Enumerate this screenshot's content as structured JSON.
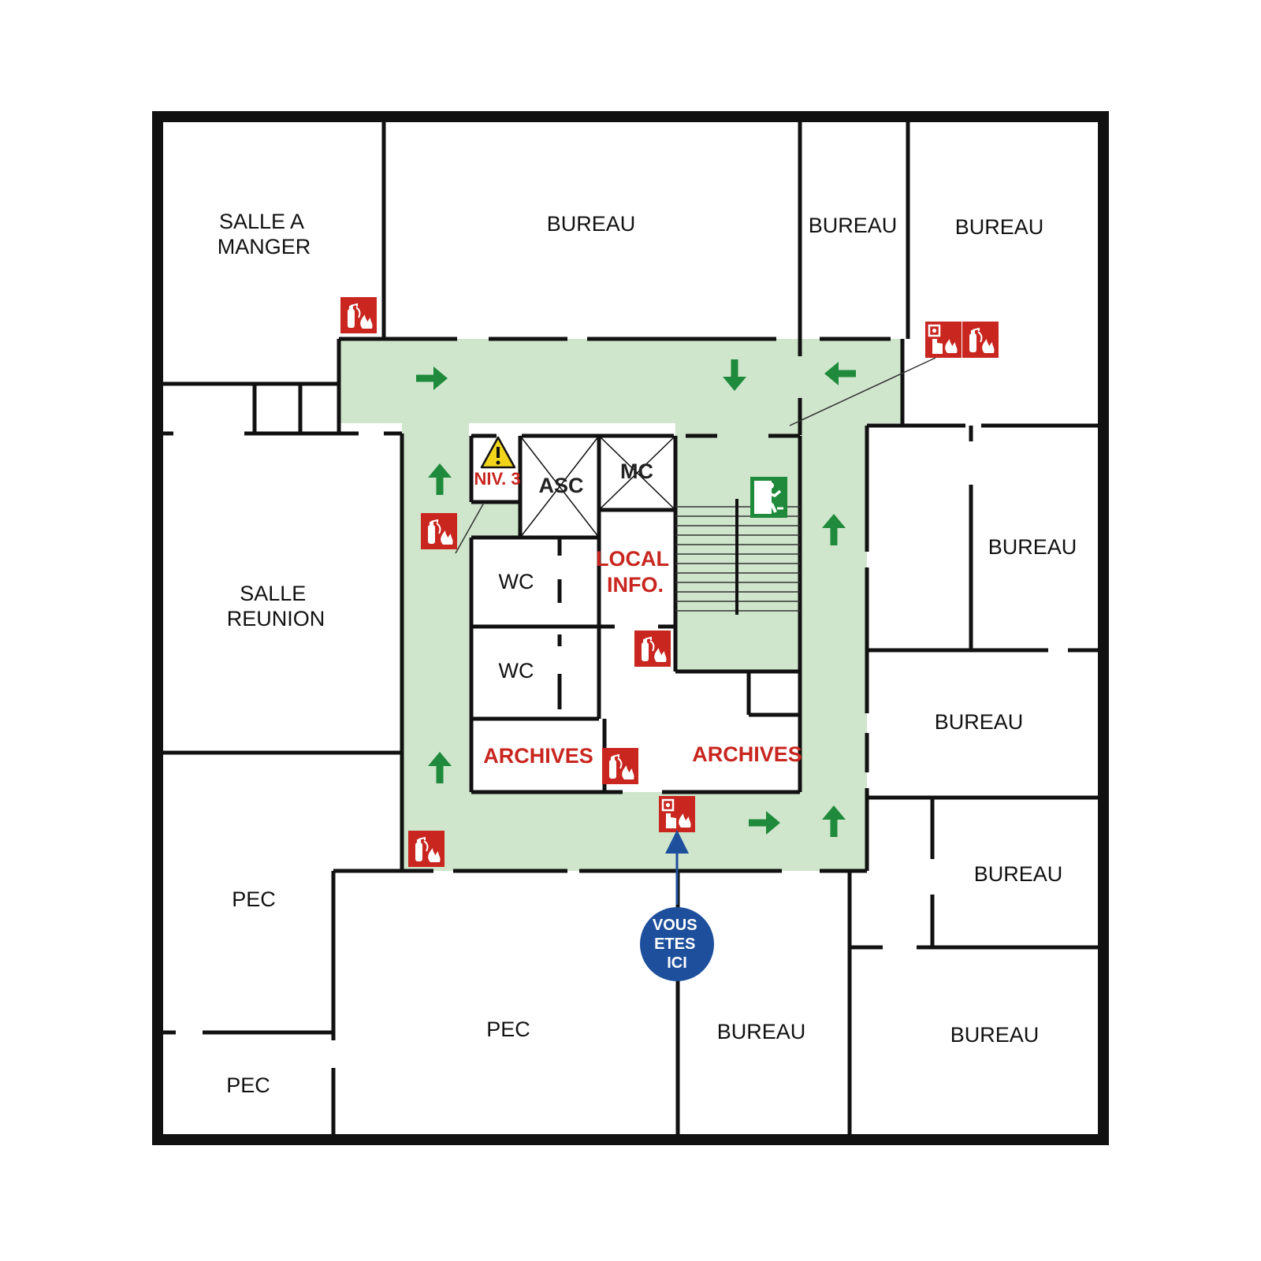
{
  "colors": {
    "walls": "#111111",
    "evacuation_path": "#cfe6cc",
    "arrow": "#1f8a3b",
    "safety_sign": "#c8261f",
    "you_are_here": "#1d4f9c",
    "warning": "#f2d51b",
    "exit_sign": "#1f8a3b"
  },
  "rooms": {
    "salle_a_manger": [
      "SALLE A",
      "MANGER"
    ],
    "bureau_top_center": "BUREAU",
    "bureau_top_small": "BUREAU",
    "bureau_top_right": "BUREAU",
    "bureau_right_1": "BUREAU",
    "bureau_right_2": "BUREAU",
    "bureau_right_3": "BUREAU",
    "bureau_bottom_center": "BUREAU",
    "bureau_bottom_right": "BUREAU",
    "salle_reunion": [
      "SALLE",
      "REUNION"
    ],
    "pec_left": "PEC",
    "pec_bottom_left": "PEC",
    "pec_bottom_center": "PEC",
    "wc_1": "WC",
    "wc_2": "WC",
    "asc": "ASC",
    "mc": "MC",
    "niv3": "NIV. 3",
    "local_info": [
      "LOCAL",
      "INFO."
    ],
    "archives_1": "ARCHIVES",
    "archives_2": "ARCHIVES"
  },
  "you_are_here": [
    "VOUS",
    "ETES",
    "ICI"
  ],
  "icons": {
    "extinguisher": "fire-extinguisher-icon",
    "alarm": "fire-alarm-call-point-icon",
    "exit": "emergency-exit-icon",
    "warning": "warning-triangle-icon",
    "arrow": "evacuation-arrow-icon"
  }
}
